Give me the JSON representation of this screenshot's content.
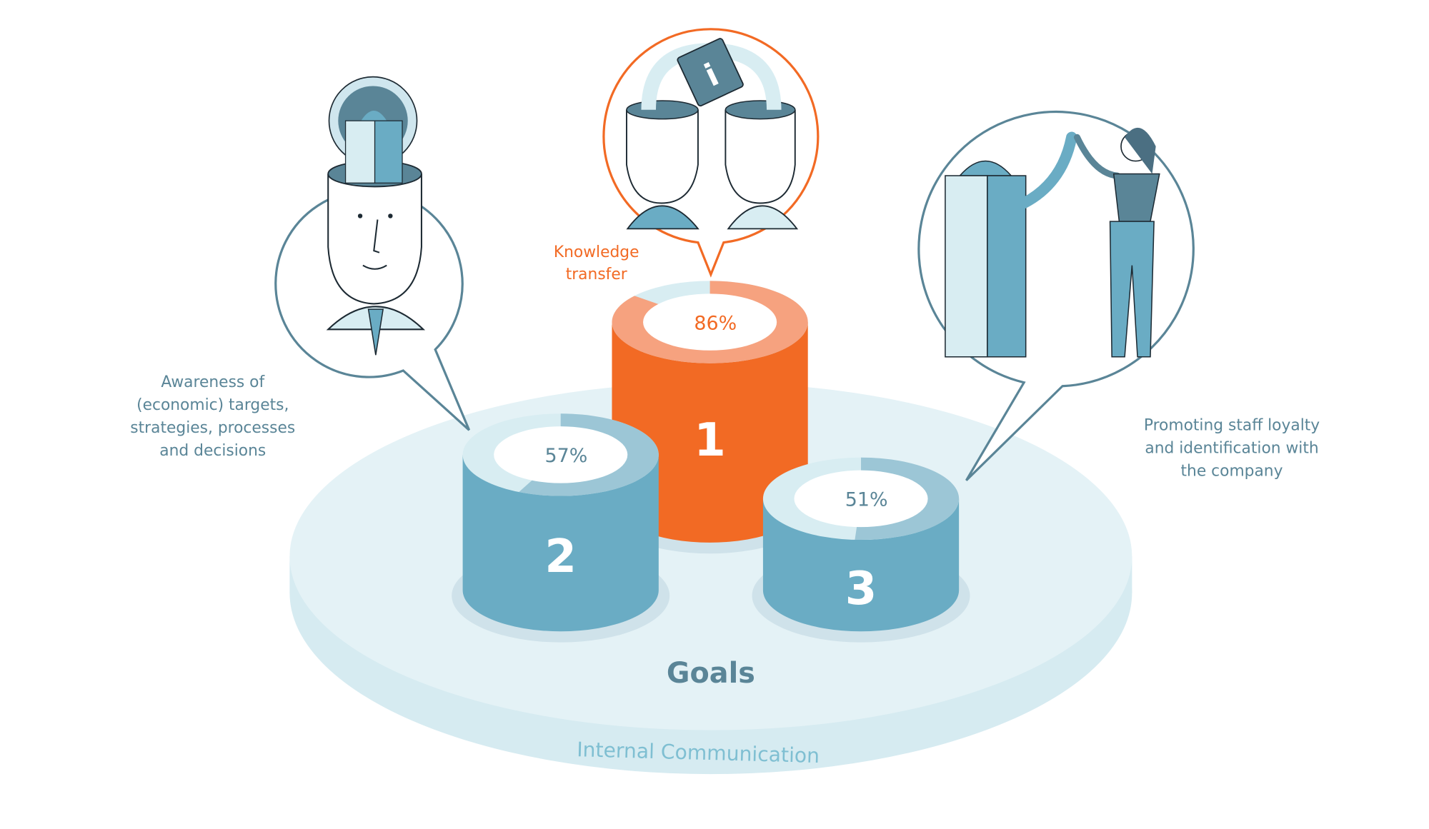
{
  "title": "Goals",
  "base_label": "Internal Communication",
  "goals": [
    {
      "rank": "1",
      "percent": 86,
      "percent_label": "86%",
      "label_lines": [
        "Knowledge",
        "transfer"
      ]
    },
    {
      "rank": "2",
      "percent": 57,
      "percent_label": "57%",
      "label_lines": [
        "Awareness of",
        "(economic) targets,",
        "strategies, processes",
        "and decisions"
      ]
    },
    {
      "rank": "3",
      "percent": 51,
      "percent_label": "51%",
      "label_lines": [
        "Promoting staff loyalty",
        "and identification with",
        "the company"
      ]
    }
  ],
  "colors": {
    "orange": "#f26a24",
    "orange_light": "#f6a27f",
    "blue": "#6aacc4",
    "blue_light": "#9cc6d6",
    "pale": "#d8edf2",
    "text": "#5a8597"
  },
  "icons": [
    "info-book-icon",
    "building-icon",
    "person-icon",
    "high-five-icon"
  ]
}
